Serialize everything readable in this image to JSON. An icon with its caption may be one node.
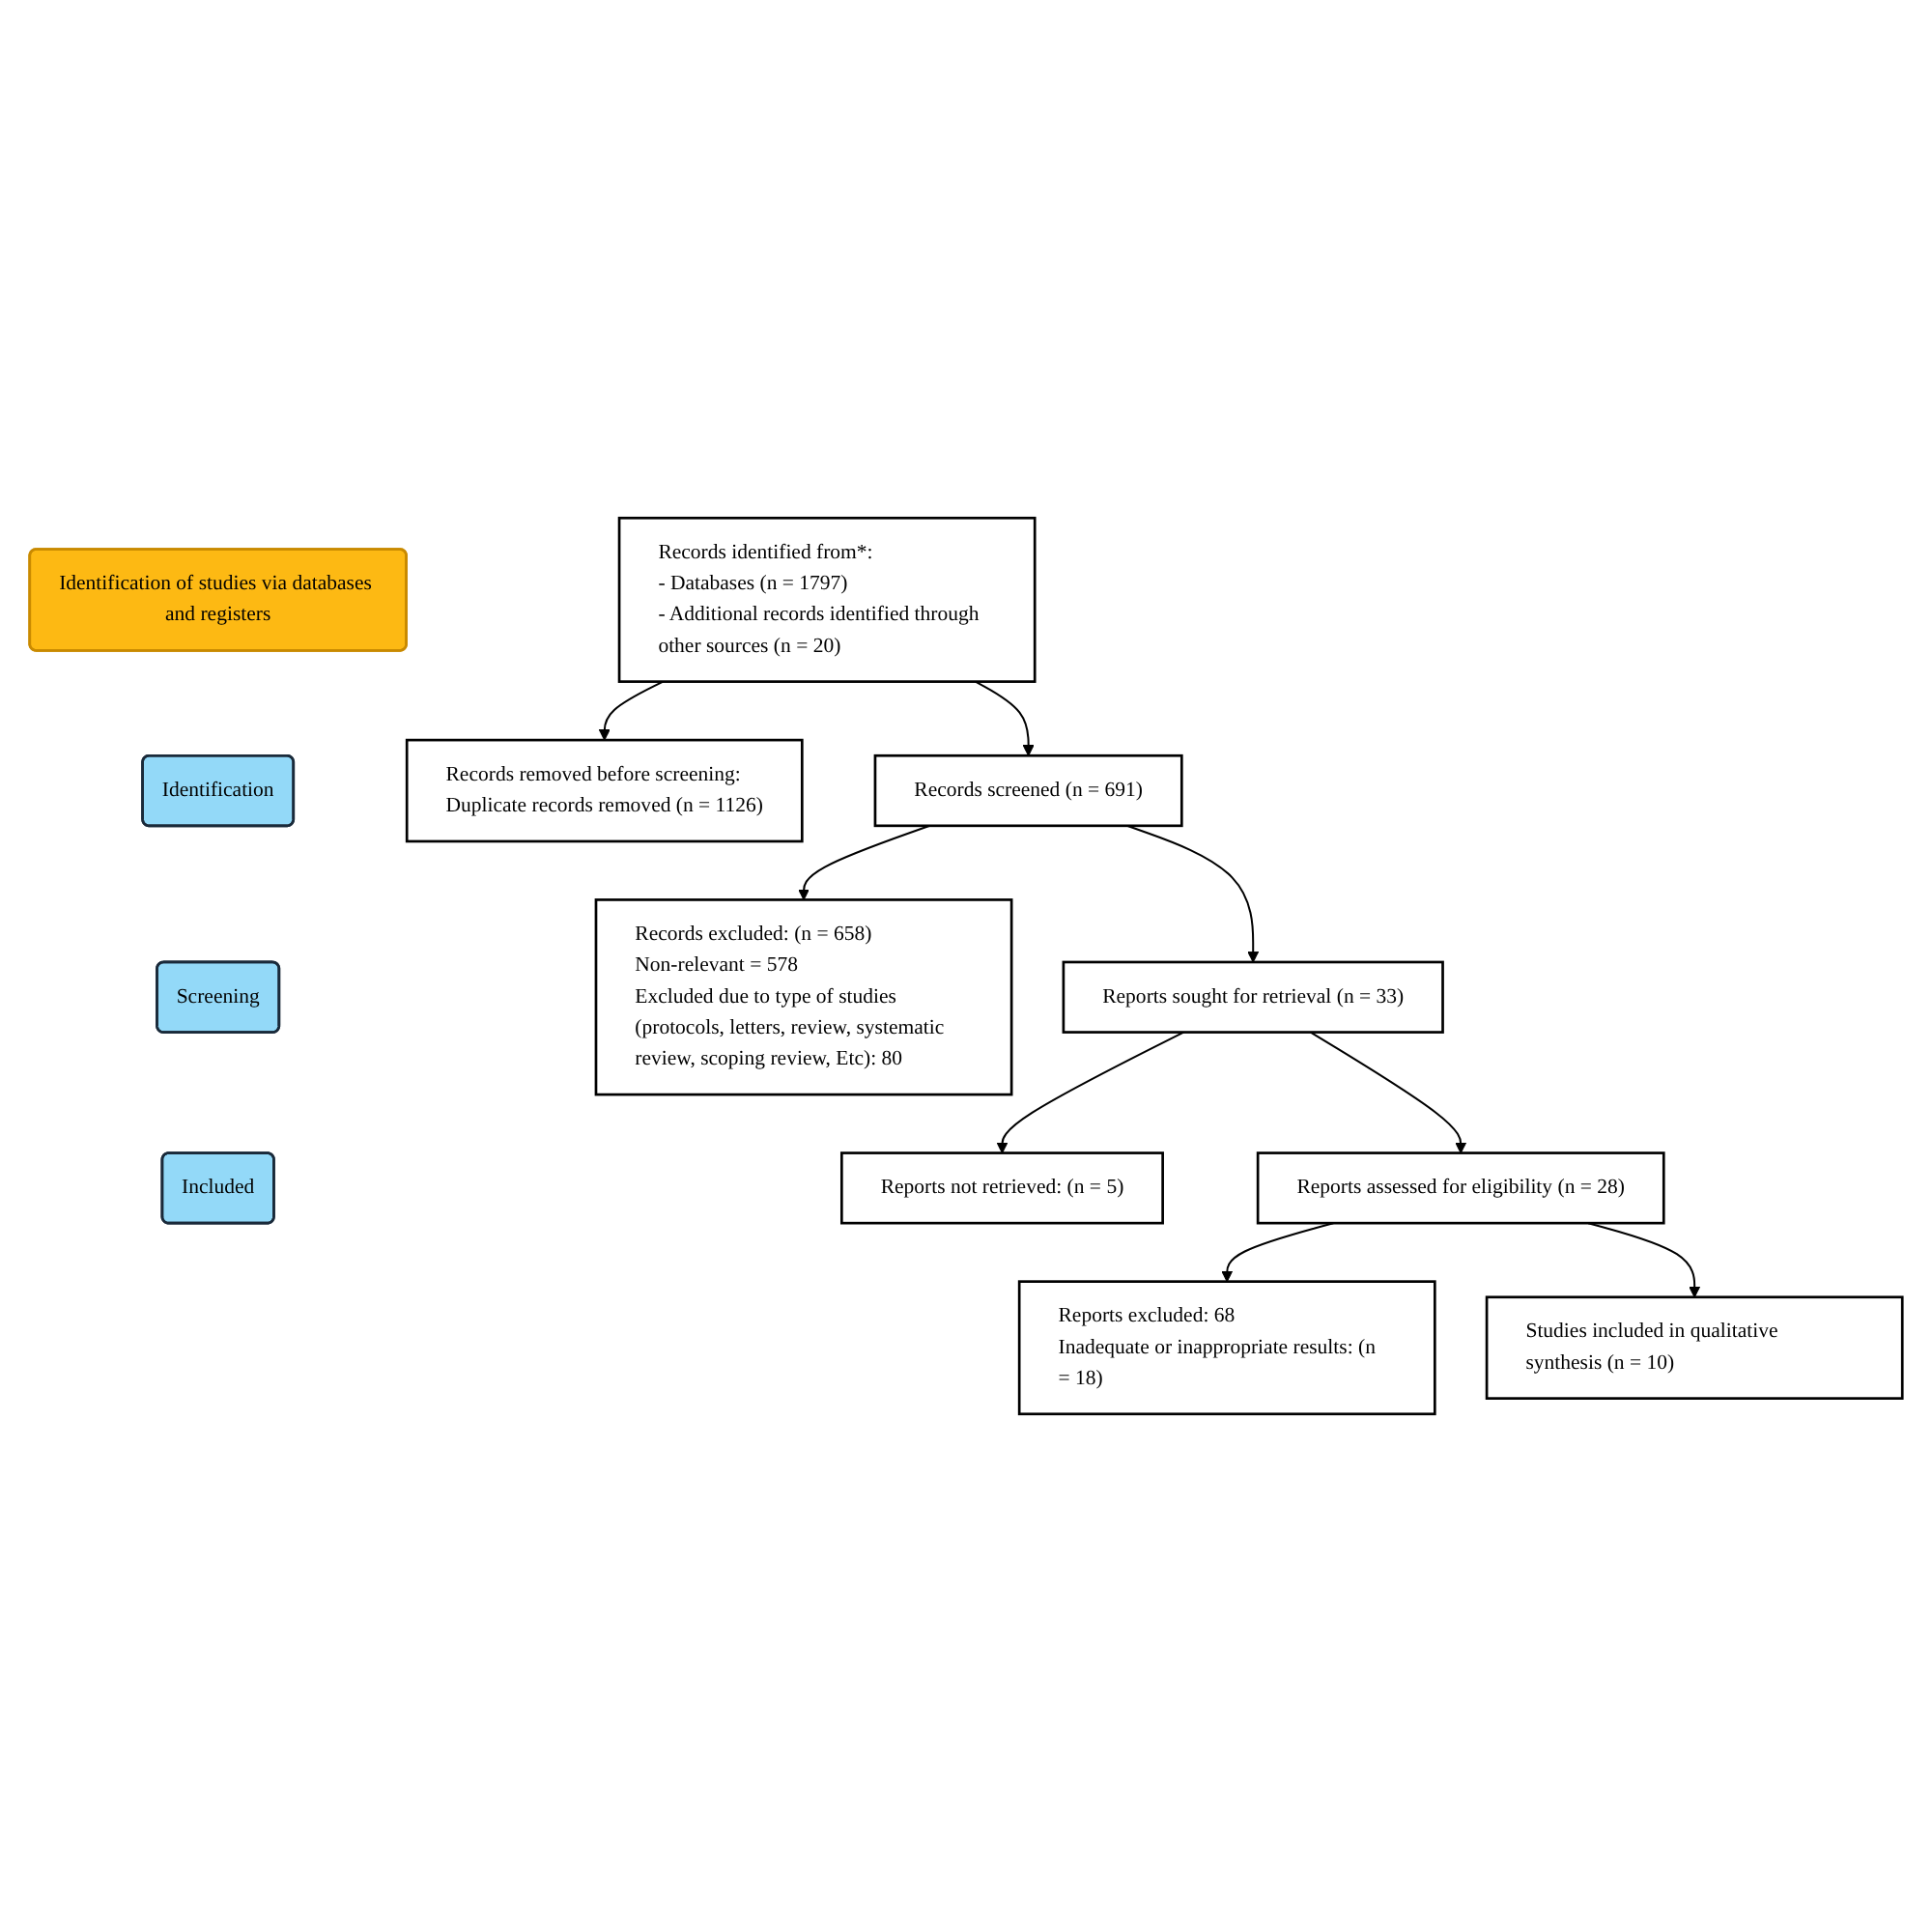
{
  "diagram": {
    "nodes": [
      {
        "text": [
          "Identification of studies via databases and registers"
        ]
      },
      {
        "text": [
          "Identification"
        ]
      },
      {
        "text": [
          "Screening"
        ]
      },
      {
        "text": [
          "Included"
        ]
      },
      {
        "text": [
          "Records identified from*:",
          "- Databases (n = 1797)",
          "- Additional records identified through other sources (n = 20)"
        ]
      },
      {
        "text": [
          "Records removed before screening:",
          "Duplicate records removed (n = 1126)"
        ]
      },
      {
        "text": [
          "Records screened (n = 691)"
        ]
      },
      {
        "text": [
          "Records excluded: (n = 658)",
          "Non-relevant = 578",
          "Excluded due to type of studies (protocols, letters, review, systematic review, scoping review, Etc): 80"
        ]
      },
      {
        "text": [
          "Reports sought for retrieval (n = 33)"
        ]
      },
      {
        "text": [
          "Reports not retrieved: (n = 5)"
        ]
      },
      {
        "text": [
          "Reports assessed for eligibility (n = 28)"
        ]
      },
      {
        "text": [
          "Reports excluded: 68",
          "Inadequate or inappropriate results: (n = 18)"
        ]
      },
      {
        "text": [
          "Studies included in qualitative synthesis (n = 10)"
        ]
      }
    ],
    "edges": [
      {
        "from": 4,
        "to": 5,
        "arrow": "to"
      },
      {
        "from": 4,
        "to": 6,
        "arrow": "to"
      },
      {
        "from": 6,
        "to": 7,
        "arrow": "to"
      },
      {
        "from": 6,
        "to": 8,
        "arrow": "to"
      },
      {
        "from": 8,
        "to": 9,
        "arrow": "to"
      },
      {
        "from": 8,
        "to": 10,
        "arrow": "to"
      },
      {
        "from": 10,
        "to": 11,
        "arrow": "to"
      },
      {
        "from": 10,
        "to": 12,
        "arrow": "to"
      }
    ]
  }
}
